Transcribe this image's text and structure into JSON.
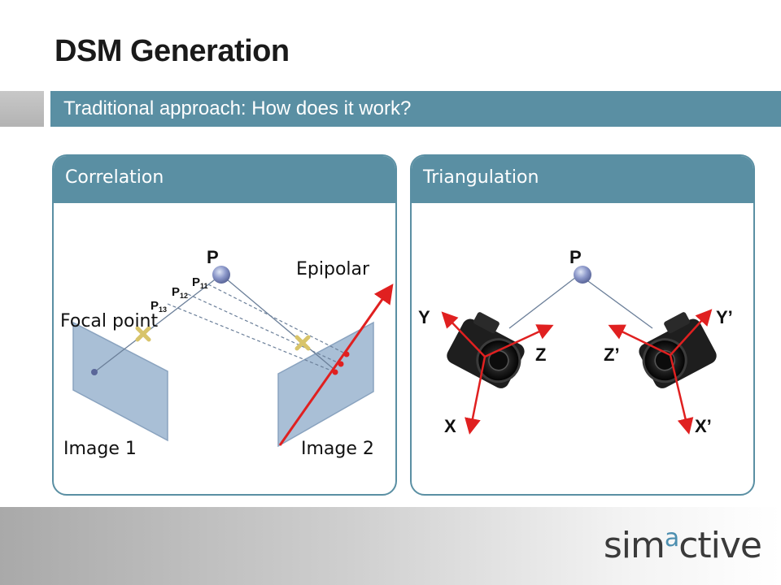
{
  "title": "DSM Generation",
  "subtitle": "Traditional approach: How does it work?",
  "correlation": {
    "header": "Correlation",
    "point_label": "P",
    "p11": "P",
    "p11_sub": "11",
    "p12": "P",
    "p12_sub": "12",
    "p13": "P",
    "p13_sub": "13",
    "epipolar_label": "Epipolar",
    "focal_point_label": "Focal point",
    "image1_label": "Image 1",
    "image2_label": "Image 2"
  },
  "triangulation": {
    "header": "Triangulation",
    "point_label": "P",
    "left_axes": {
      "y": "Y",
      "z": "Z",
      "x": "X"
    },
    "right_axes": {
      "y": "Y’",
      "z": "Z’",
      "x": "X’"
    }
  },
  "logo": {
    "pre": "sim",
    "raised": "a",
    "post": "ctive"
  },
  "colors": {
    "accent": "#5a8fa3",
    "axis_red": "#e02020",
    "image_plane": "#a9bfd6",
    "marker": "#d8c46a"
  }
}
